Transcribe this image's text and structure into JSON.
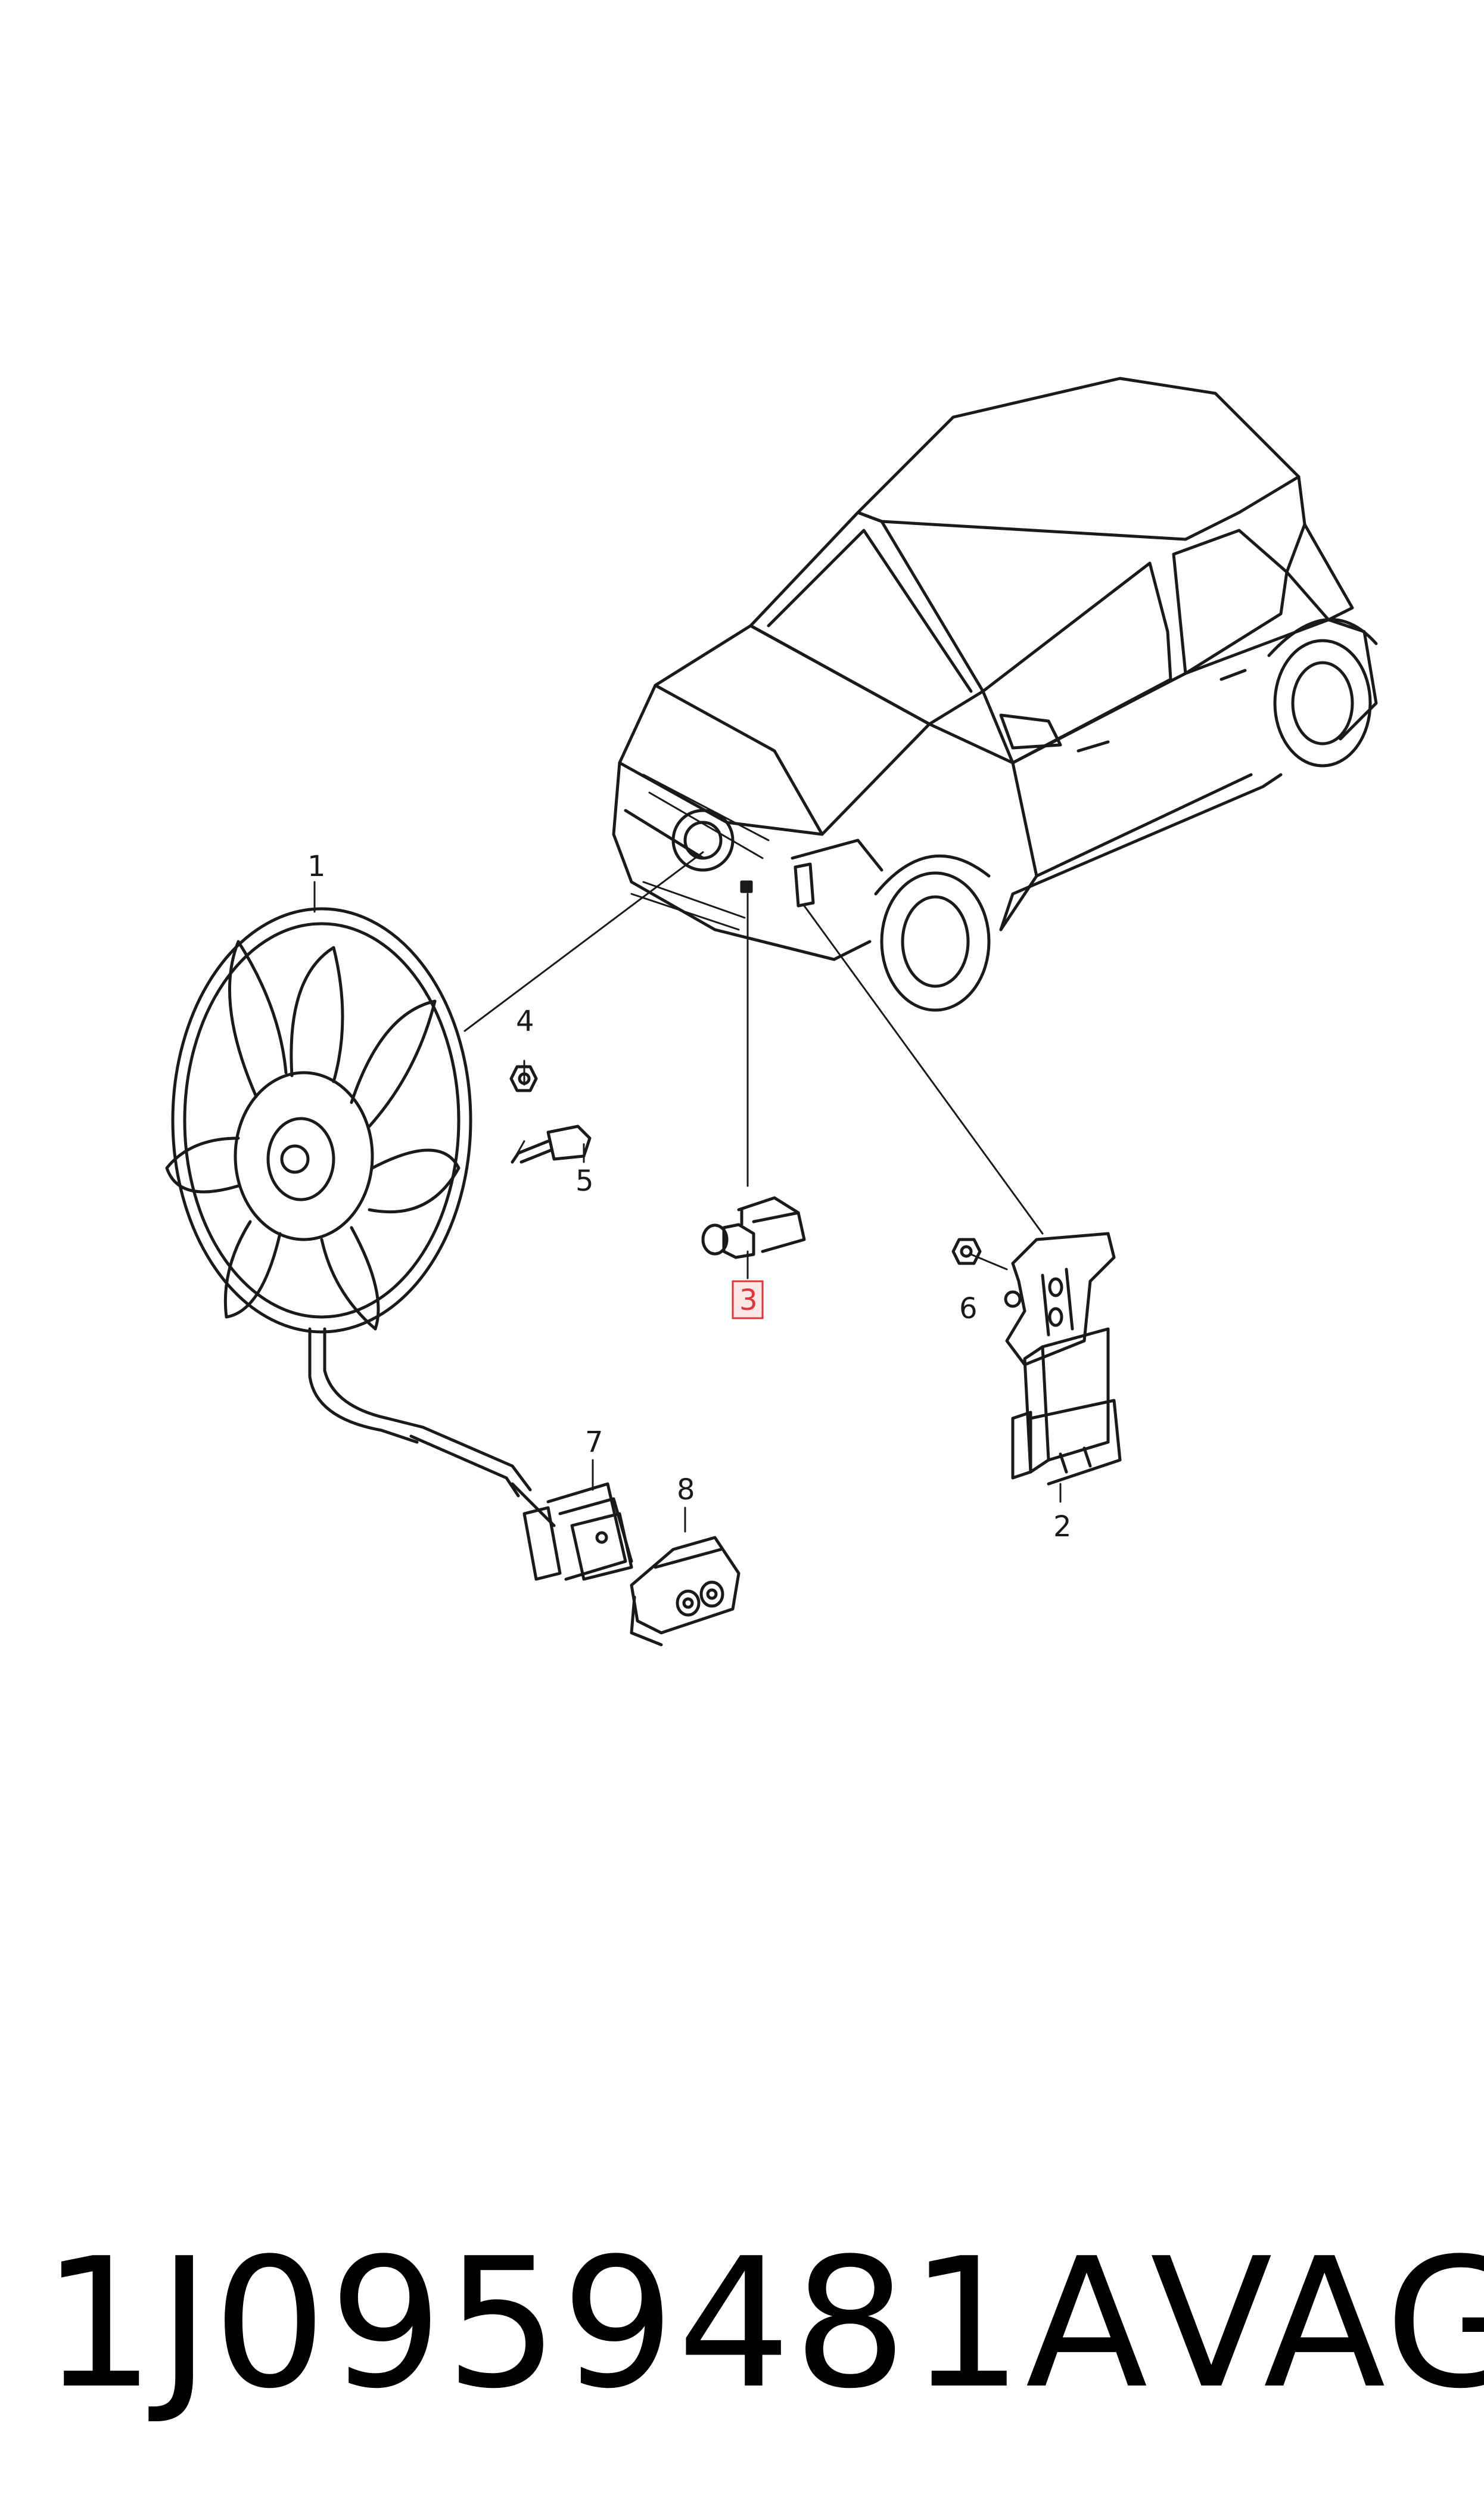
{
  "callouts": {
    "c1": "1",
    "c2": "2",
    "c3": "3",
    "c4": "4",
    "c5": "5",
    "c6": "6",
    "c7": "7",
    "c8": "8"
  },
  "highlight_callout": "3",
  "highlight_color": "#e0343a",
  "footer": {
    "part_number": "1J0959481A",
    "brand": "VAG"
  }
}
